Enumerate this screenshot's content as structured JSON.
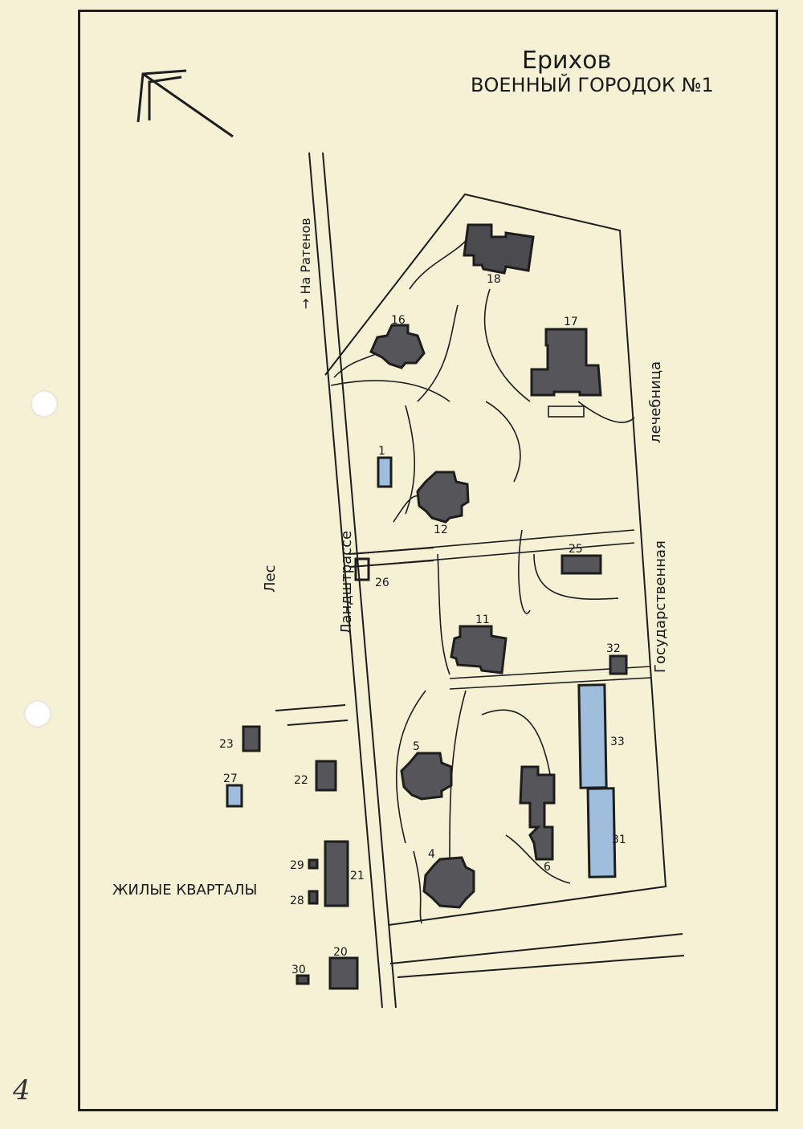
{
  "map": {
    "title": "Ерихов",
    "subtitle": "Военный городок №1",
    "page_number": "4",
    "labels": {
      "to_ratenow": "→ На Ратенов",
      "road": "Ландштрассе",
      "forest": "Лес",
      "hospital_line1": "Государственная",
      "hospital_line2": "лечебница",
      "residential": "жилые кварталы"
    },
    "colors": {
      "paper": "#f4f1d4",
      "ink": "#1d1d1d",
      "building_dark": "#55555a",
      "building_blue": "#9fbddc"
    },
    "icons": [
      "north-arrow-icon"
    ],
    "buildings": [
      {
        "number": "1",
        "fill": "blue"
      },
      {
        "number": "4",
        "fill": "dark"
      },
      {
        "number": "5",
        "fill": "dark"
      },
      {
        "number": "6",
        "fill": "dark"
      },
      {
        "number": "11",
        "fill": "dark"
      },
      {
        "number": "12",
        "fill": "dark"
      },
      {
        "number": "16",
        "fill": "dark"
      },
      {
        "number": "17",
        "fill": "dark"
      },
      {
        "number": "18",
        "fill": "dark"
      },
      {
        "number": "20",
        "fill": "dark"
      },
      {
        "number": "21",
        "fill": "dark"
      },
      {
        "number": "22",
        "fill": "dark"
      },
      {
        "number": "23",
        "fill": "dark"
      },
      {
        "number": "25",
        "fill": "dark"
      },
      {
        "number": "26",
        "fill": "outline"
      },
      {
        "number": "27",
        "fill": "blue"
      },
      {
        "number": "28",
        "fill": "dark"
      },
      {
        "number": "29",
        "fill": "dark"
      },
      {
        "number": "30",
        "fill": "dark"
      },
      {
        "number": "31",
        "fill": "blue"
      },
      {
        "number": "32",
        "fill": "dark"
      },
      {
        "number": "33",
        "fill": "blue"
      }
    ]
  }
}
